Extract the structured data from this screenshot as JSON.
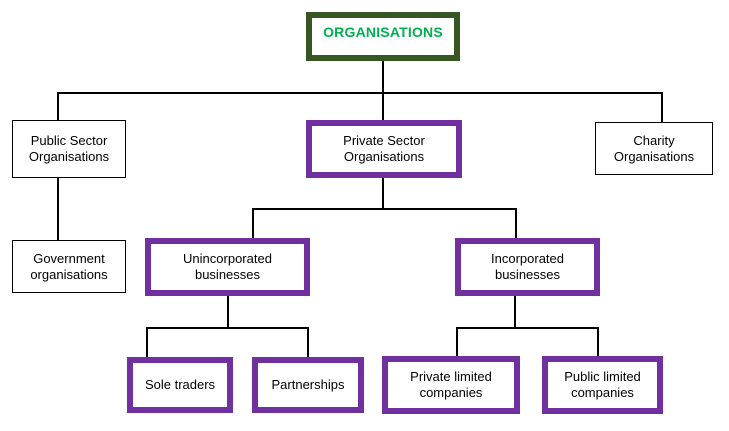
{
  "diagram": {
    "type": "hierarchy-org-chart",
    "nodes": {
      "organisations": {
        "label": "ORGANISATIONS"
      },
      "public_sector": {
        "label": "Public Sector Organisations"
      },
      "private_sector": {
        "label": "Private Sector Organisations"
      },
      "charity": {
        "label": "Charity Organisations"
      },
      "government": {
        "label": "Government organisations"
      },
      "unincorporated": {
        "label": "Unincorporated businesses"
      },
      "incorporated": {
        "label": "Incorporated businesses"
      },
      "sole_traders": {
        "label": "Sole traders"
      },
      "partnerships": {
        "label": "Partnerships"
      },
      "private_limited": {
        "label": "Private limited companies"
      },
      "public_limited": {
        "label": "Public limited companies"
      }
    },
    "edges": [
      [
        "organisations",
        "public_sector"
      ],
      [
        "organisations",
        "private_sector"
      ],
      [
        "organisations",
        "charity"
      ],
      [
        "public_sector",
        "government"
      ],
      [
        "private_sector",
        "unincorporated"
      ],
      [
        "private_sector",
        "incorporated"
      ],
      [
        "unincorporated",
        "sole_traders"
      ],
      [
        "unincorporated",
        "partnerships"
      ],
      [
        "incorporated",
        "private_limited"
      ],
      [
        "incorporated",
        "public_limited"
      ]
    ]
  },
  "colors": {
    "green_text": "#00B050",
    "dark_green": "#375623",
    "purple": "#7030A0",
    "line": "#000000",
    "background": "#FFFFFF"
  }
}
